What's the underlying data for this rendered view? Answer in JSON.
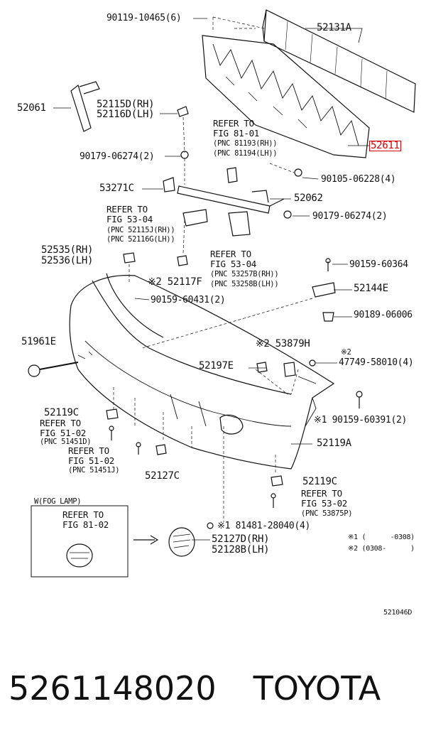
{
  "labels": {
    "p90119": "90119-10465(6)",
    "p52131a": "52131A",
    "p52061": "52061",
    "p52115d": "52115D(RH)",
    "p52116d": "52116D(LH)",
    "refer_81_01_a": "REFER TO",
    "refer_81_01_b": "FIG 81-01",
    "refer_81_01_c": "(PNC 81193(RH))",
    "refer_81_01_d": "(PNC 81194(LH))",
    "p52611": "52611",
    "p90179a": "90179-06274(2)",
    "p90105": "90105-06228(4)",
    "p53271c": "53271C",
    "p52062": "52062",
    "refer_53_04_a": "REFER TO",
    "refer_53_04_b": "FIG 53-04",
    "refer_53_04_c": "(PNC 52115J(RH))",
    "refer_53_04_d": "(PNC 52116G(LH))",
    "p90179b": "90179-06274(2)",
    "p52535": "52535(RH)",
    "p52536": "52536(LH)",
    "refer_53_04b_a": "REFER TO",
    "refer_53_04b_b": "FIG 53-04",
    "refer_53_04b_c": "(PNC 53257B(RH))",
    "refer_53_04b_d": "(PNC 53258B(LH))",
    "p52117f": "※2 52117F",
    "p90159_60364": "90159-60364",
    "p52144e": "52144E",
    "p90159_60431": "90159-60431(2)",
    "p90189": "90189-06006",
    "p51961e": "51961E",
    "p53879h": "※2 53879H",
    "p47749_mark": "※2",
    "p47749": "47749-58010(4)",
    "p52197e": "52197E",
    "p52119c_a": "52119C",
    "refer_51_02_a1": "REFER TO",
    "refer_51_02_a2": "FIG 51-02",
    "refer_51_02_a3": "(PNC 51451D)",
    "refer_51_02_b1": "REFER TO",
    "refer_51_02_b2": "FIG 51-02",
    "refer_51_02_b3": "(PNC 51451J)",
    "p90159_60391": "※1 90159-60391(2)",
    "p52119a": "52119A",
    "p52127c": "52127C",
    "p52119c_b": "52119C",
    "refer_53_02_a": "REFER TO",
    "refer_53_02_b": "FIG 53-02",
    "refer_53_02_c": "(PNC 53875P)",
    "fog_title": "W(FOG LAMP)",
    "refer_81_02_a": "REFER TO",
    "refer_81_02_b": "FIG 81-02",
    "p81481": "※1 81481-28040(4)",
    "p52127d": "52127D(RH)",
    "p52128b": "52128B(LH)",
    "note1": "※1 (      -0308)",
    "note2": "※2 (0308-      )",
    "fig_code": "521046D"
  },
  "caption": {
    "part_number": "5261148020",
    "brand": "TOYOTA"
  },
  "colors": {
    "line": "#111111",
    "highlight": "#dd0000"
  }
}
